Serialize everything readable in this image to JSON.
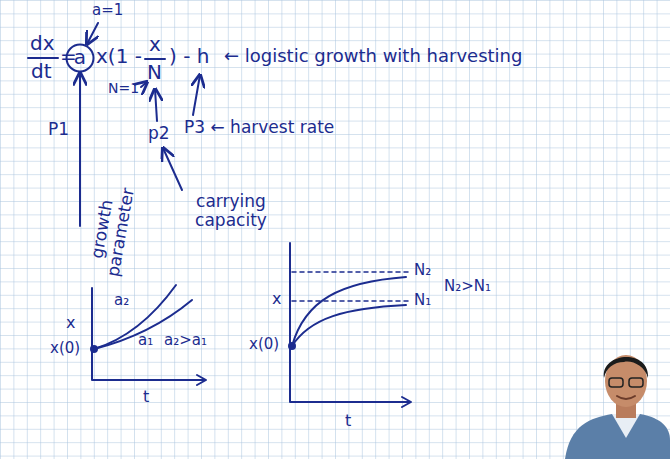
{
  "diagram": {
    "nodes": [
      {
        "text": [
          "a"
        ]
      }
    ],
    "labels": [
      "a=1",
      "dx",
      "dt",
      "=",
      "x(1 -",
      "x",
      "N",
      ") - h",
      "← logistic growth with harvesting",
      "N=1",
      "P1",
      "p2",
      "P3 ← harvest rate",
      "carrying capacity",
      "growth parameter",
      "x",
      "x(0)",
      "a₂",
      "a₁",
      "a₂>a₁",
      "t",
      "x",
      "x(0)",
      "N₂",
      "N₁",
      "N₂>N₁",
      "t"
    ]
  }
}
